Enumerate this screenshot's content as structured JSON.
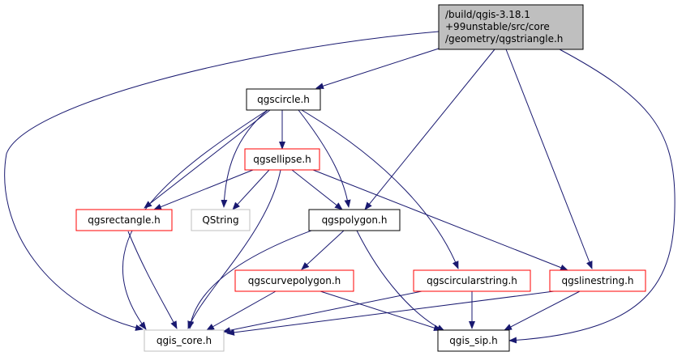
{
  "colors": {
    "edge": "#191970",
    "box_black": "#000000",
    "box_red": "#ff0000",
    "box_gray": "#bfbfbf",
    "root_fill": "#bfbfbf"
  },
  "nodes": {
    "root": {
      "lines": [
        "/build/qgis-3.18.1",
        "+99unstable/src/core",
        "/geometry/qgstriangle.h"
      ]
    },
    "circle": {
      "label": "qgscircle.h"
    },
    "ellipse": {
      "label": "qgsellipse.h"
    },
    "rectangle": {
      "label": "qgsrectangle.h"
    },
    "qstring": {
      "label": "QString"
    },
    "polygon": {
      "label": "qgspolygon.h"
    },
    "curvepolygon": {
      "label": "qgscurvepolygon.h"
    },
    "circularstring": {
      "label": "qgscircularstring.h"
    },
    "linestring": {
      "label": "qgslinestring.h"
    },
    "core": {
      "label": "qgis_core.h"
    },
    "sip": {
      "label": "qgis_sip.h"
    }
  }
}
